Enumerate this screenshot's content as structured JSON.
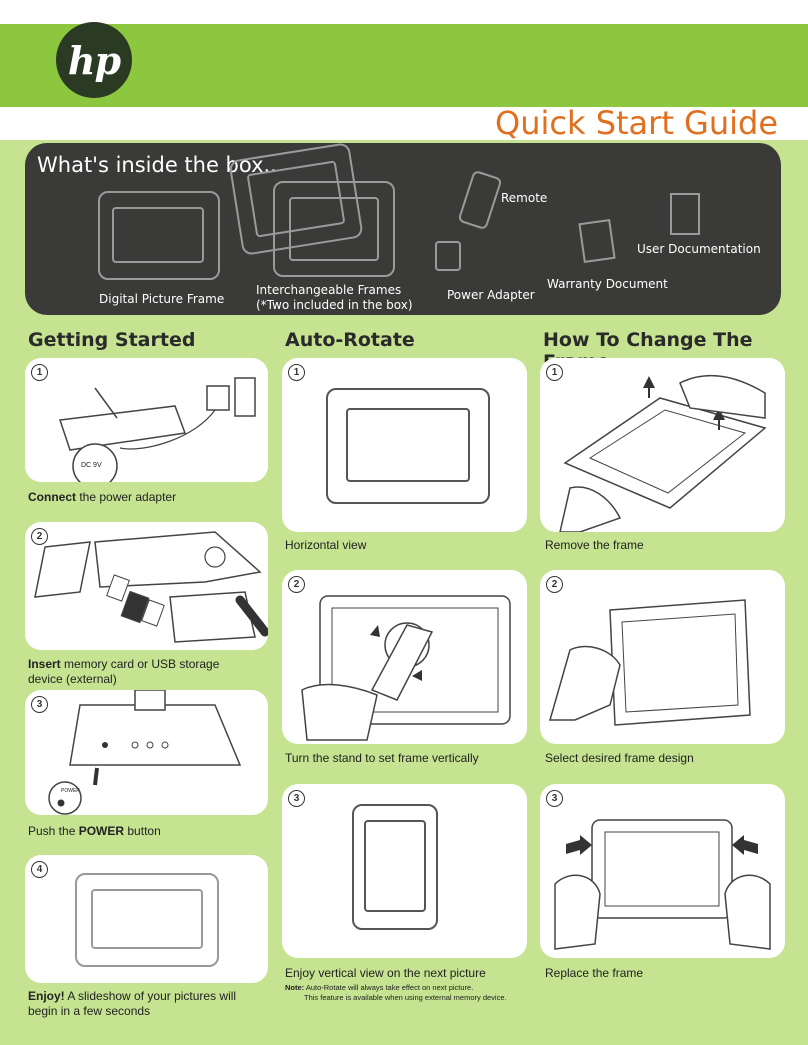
{
  "brand": {
    "logo_text": "hp"
  },
  "title": "Quick Start Guide",
  "box": {
    "heading": "What's inside the box..",
    "items": {
      "frame": "Digital Picture Frame",
      "frames_line1": "Interchangeable Frames",
      "frames_line2": "(*Two included in the box)",
      "remote": "Remote",
      "adapter": "Power Adapter",
      "warranty": "Warranty Document",
      "docs": "User Documentation"
    }
  },
  "getting_started": {
    "heading": "Getting Started",
    "steps": [
      {
        "num": "1",
        "bold": "Connect",
        "text": " the power adapter",
        "label": "DC 9V"
      },
      {
        "num": "2",
        "bold": "Insert",
        "text": " memory card or USB storage device (external)"
      },
      {
        "num": "3",
        "pre": "Push the ",
        "bold": "POWER",
        "text": " button",
        "label": "POWER"
      },
      {
        "num": "4",
        "bold": "Enjoy!",
        "text": " A slideshow of your pictures will begin in a few seconds"
      }
    ]
  },
  "auto_rotate": {
    "heading": "Auto-Rotate",
    "steps": [
      {
        "num": "1",
        "text": "Horizontal view"
      },
      {
        "num": "2",
        "text": "Turn the stand to set frame vertically"
      },
      {
        "num": "3",
        "text": "Enjoy vertical view on the next picture"
      }
    ],
    "note_label": "Note:",
    "note_line1": "Auto-Rotate will always take effect on next picture.",
    "note_line2": "This feature is available when using external memory device."
  },
  "change_frame": {
    "heading": "How To Change The Frame",
    "steps": [
      {
        "num": "1",
        "text": "Remove the frame"
      },
      {
        "num": "2",
        "text": "Select desired frame design"
      },
      {
        "num": "3",
        "text": "Replace the frame"
      }
    ]
  },
  "colors": {
    "header_green": "#8dc63f",
    "page_green": "#c5e391",
    "box_dark": "#3a3a39",
    "title_orange": "#e06f20"
  }
}
